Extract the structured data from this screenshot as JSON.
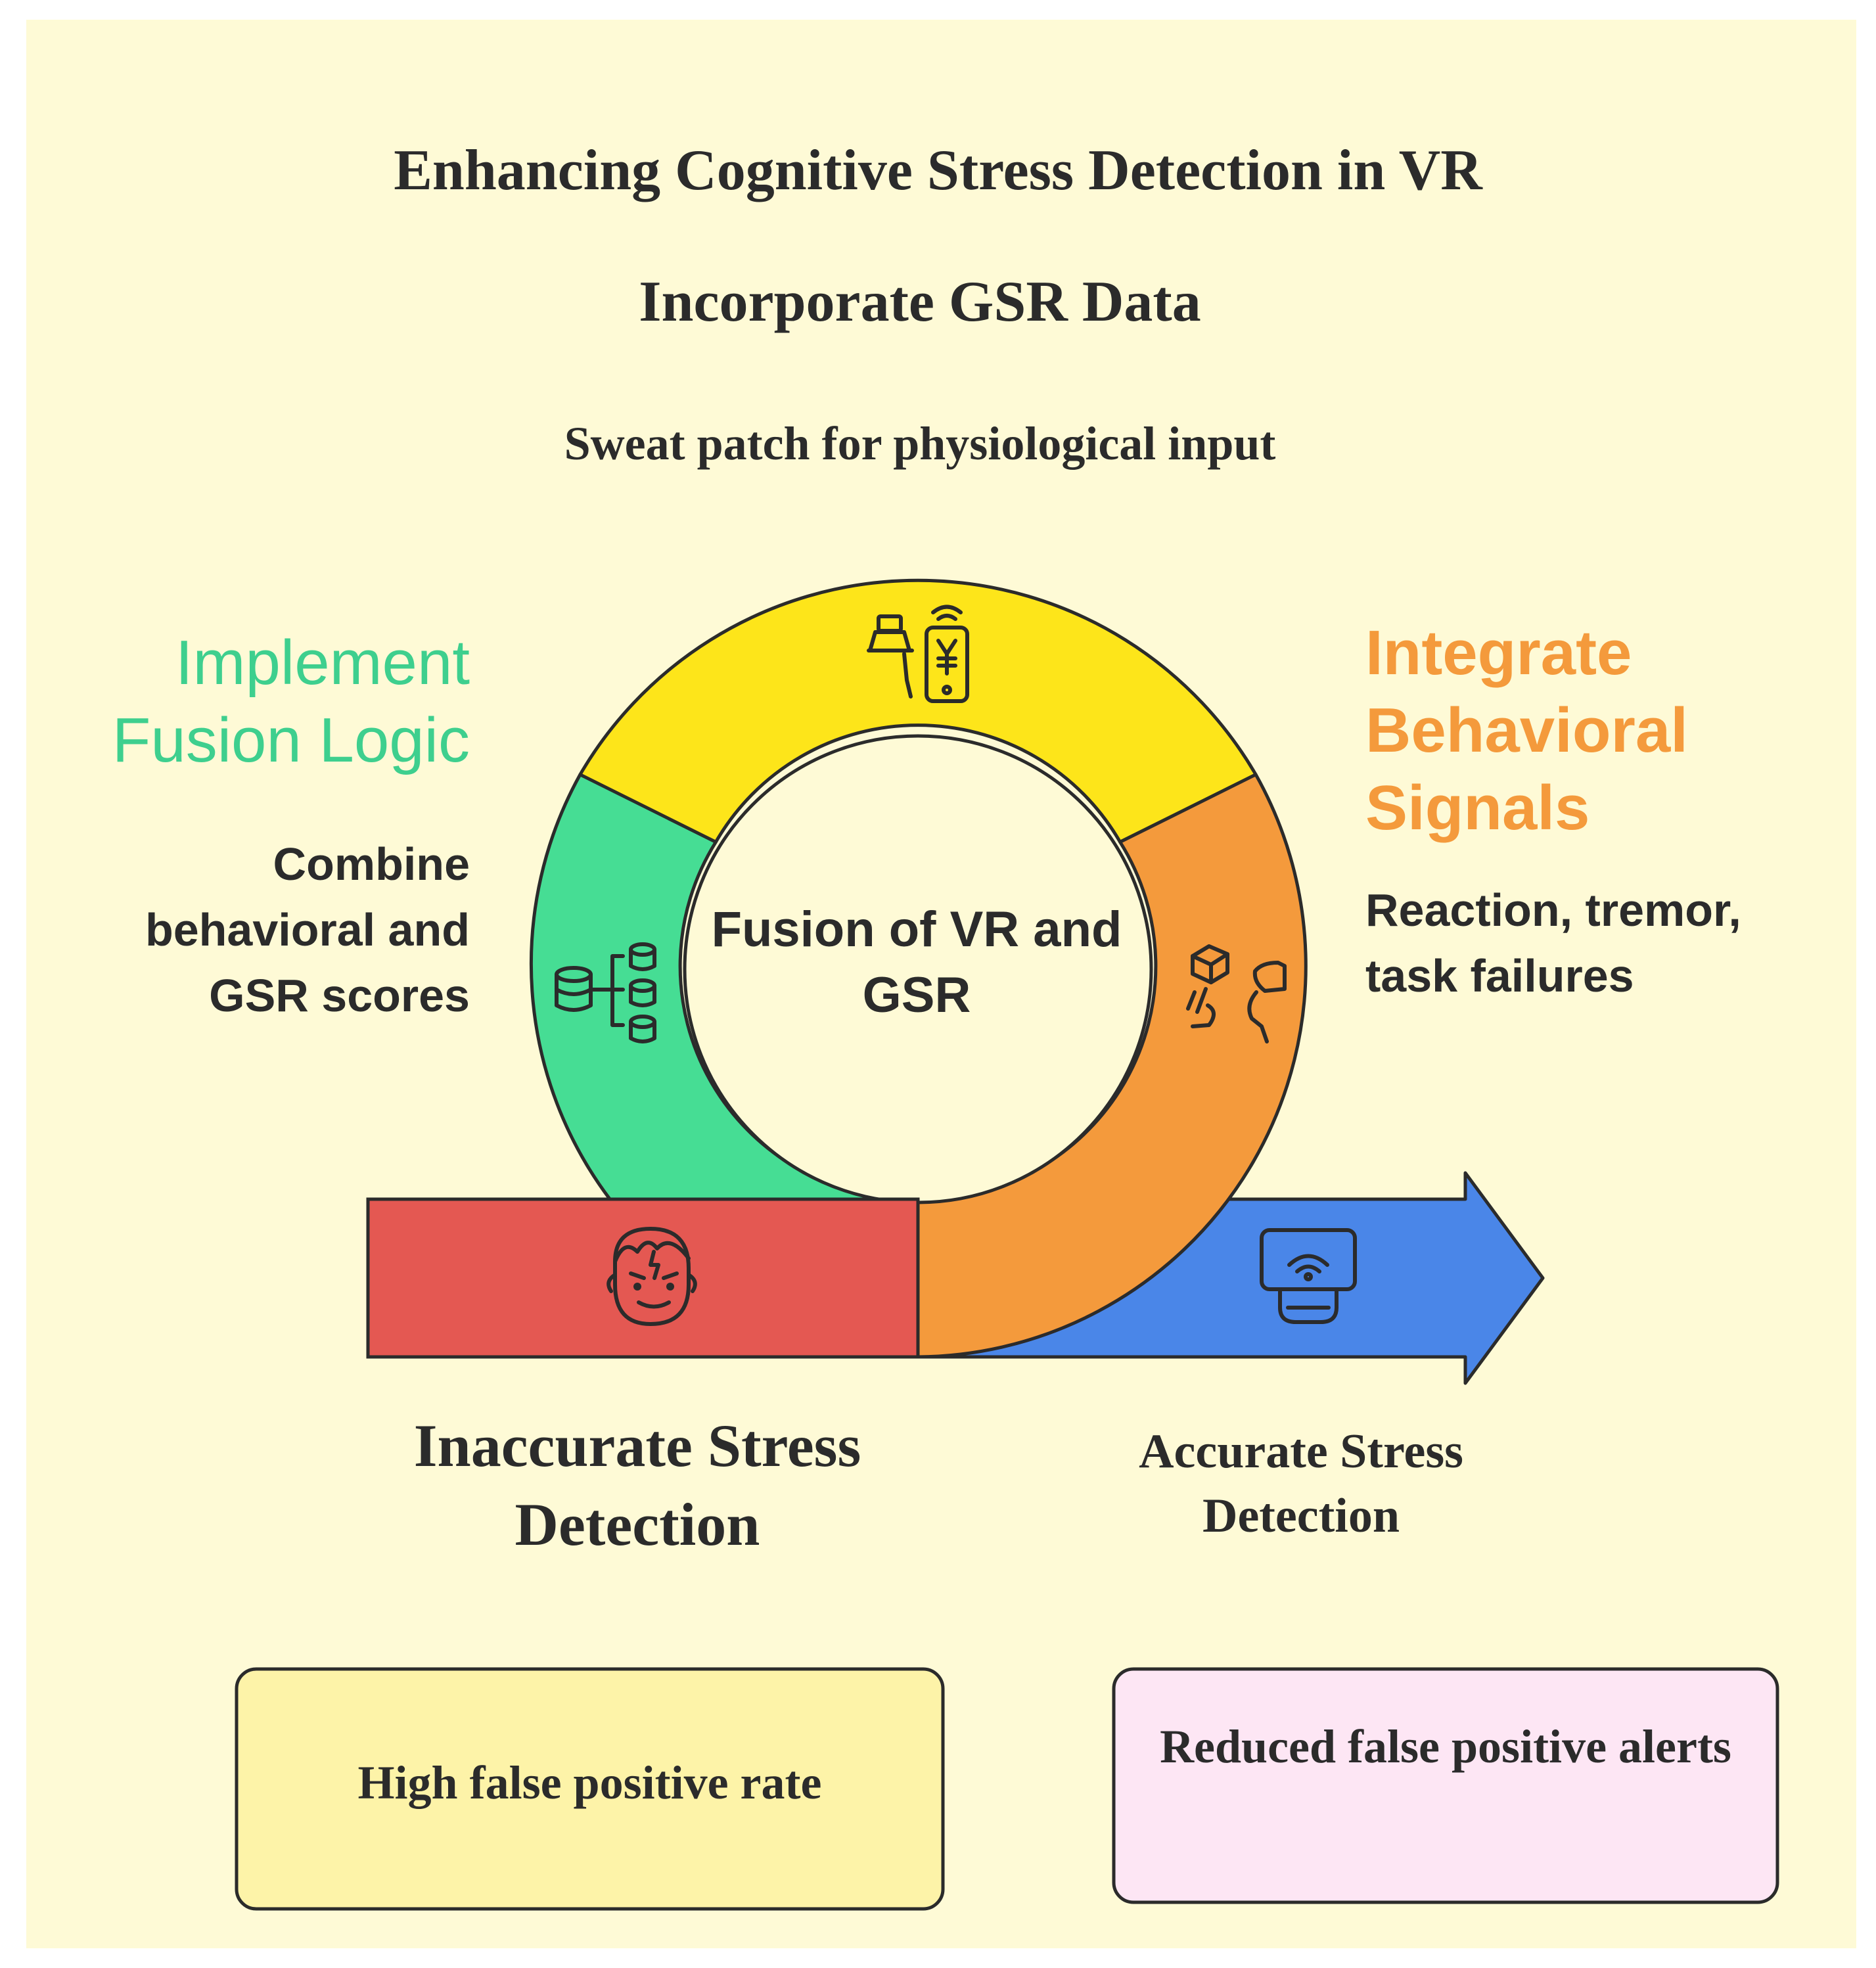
{
  "title": "Enhancing Cognitive Stress Detection in VR",
  "cycle": {
    "center_label": "Fusion of VR and GSR",
    "steps": [
      {
        "title": "Incorporate GSR Data",
        "description": "Sweat patch for physiological input",
        "color": "#fde51a",
        "icon": "gsr-sensor-phone-icon"
      },
      {
        "title": "Integrate Behavioral Signals",
        "description": "Reaction, tremor, task failures",
        "color": "#f49a3c",
        "icon": "vr-user-interaction-icon"
      },
      {
        "title": "Implement Fusion Logic",
        "description": "Combine behavioral and GSR scores",
        "color": "#46dd94",
        "icon": "database-merge-icon"
      }
    ]
  },
  "path": {
    "start": {
      "label": "Inaccurate Stress Detection",
      "color": "#e45852",
      "icon": "stressed-face-icon"
    },
    "end": {
      "label": "Accurate Stress Detection",
      "color": "#4a86e8",
      "icon": "vr-headset-icon"
    }
  },
  "outcomes": {
    "before": {
      "text": "High false positive rate",
      "color": "#fdf3a8"
    },
    "after": {
      "text": "Reduced false positive alerts",
      "color": "#fde6f4"
    }
  },
  "colors": {
    "background": "#fefad6",
    "outline": "#2b2b2b",
    "inner_circle": "#fefad6"
  }
}
